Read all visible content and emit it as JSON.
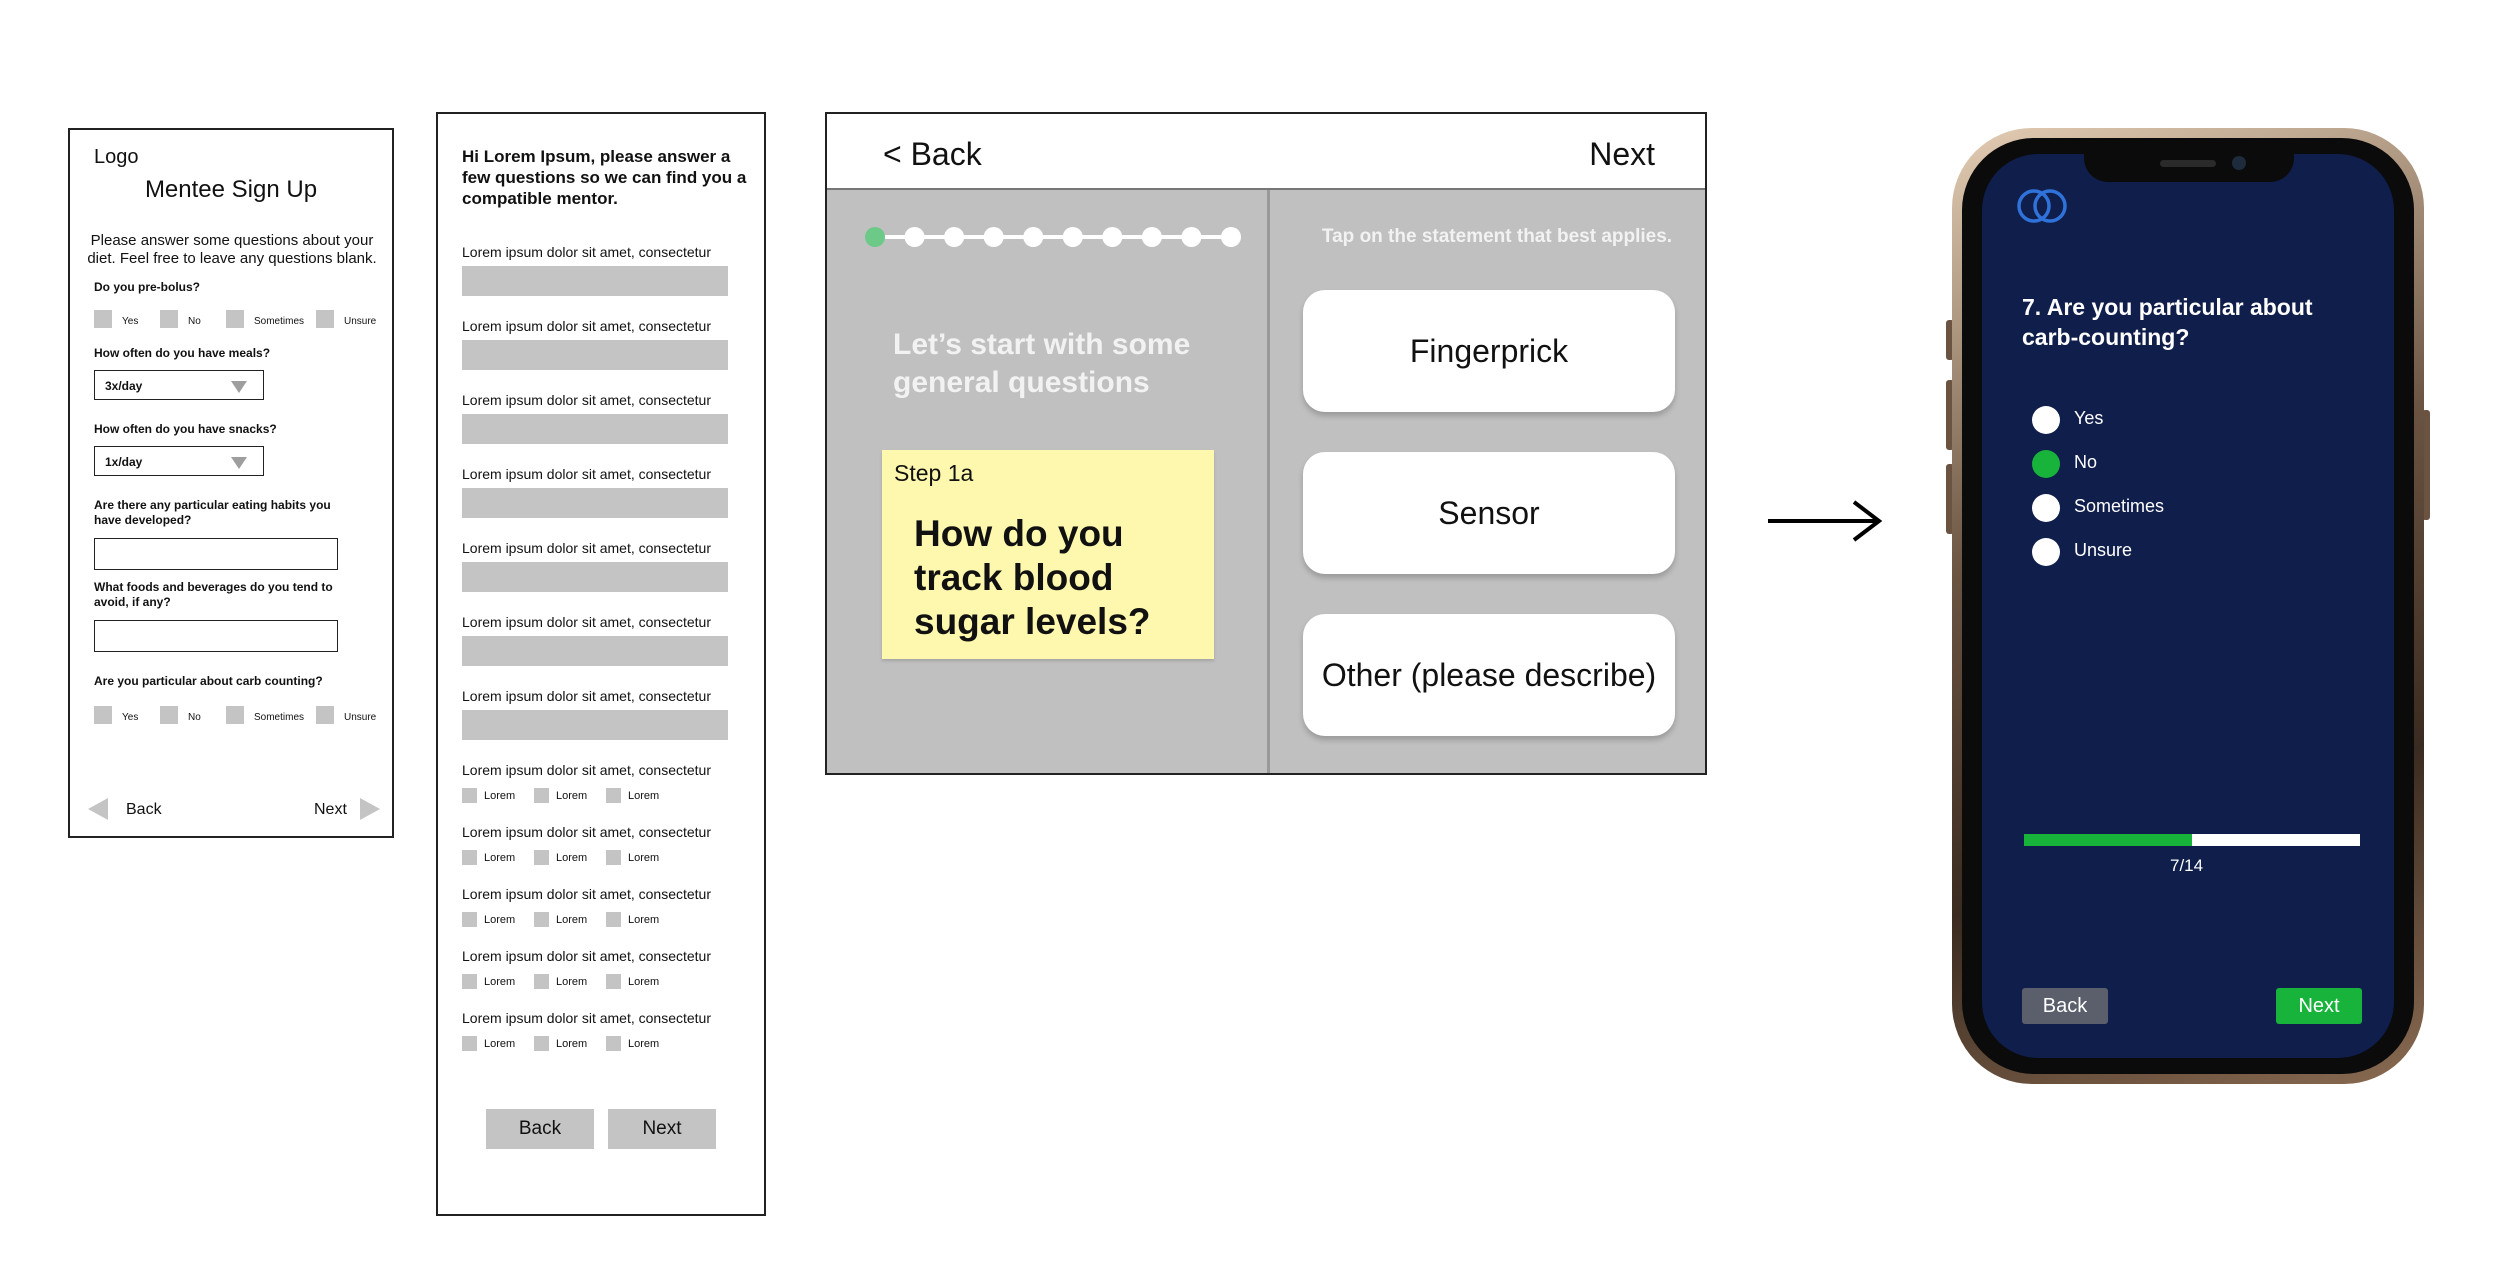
{
  "wireframe1": {
    "logo": "Logo",
    "title": "Mentee Sign Up",
    "intro": "Please answer some questions about your diet. Feel free to leave any questions blank.",
    "q_prebolus": "Do you pre-bolus?",
    "opts_yes": "Yes",
    "opts_no": "No",
    "opts_sometimes": "Sometimes",
    "opts_unsure": "Unsure",
    "q_meals": "How often do you have meals?",
    "meals_value": "3x/day",
    "q_snacks": "How often do you have snacks?",
    "snacks_value": "1x/day",
    "q_habits": "Are there any particular eating habits you have developed?",
    "q_avoid": "What foods and beverages do you tend to avoid, if any?",
    "q_carb": "Are you particular about carb counting?",
    "back": "Back",
    "next": "Next"
  },
  "wireframe2": {
    "heading": "Hi Lorem Ipsum, please answer a few questions so we can find you a compatible mentor.",
    "question": "Lorem ipsum dolor sit amet, consectetur",
    "option": "Lorem",
    "back": "Back",
    "next": "Next"
  },
  "tablet": {
    "back": "< Back",
    "next": "Next",
    "steps_total": 10,
    "steps_done": 1,
    "lead": "Let’s start with some general questions",
    "step_label": "Step 1a",
    "question": "How do you track blood sugar levels?",
    "hint": "Tap on the statement that best applies.",
    "cards": [
      "Fingerprick",
      "Sensor",
      "Other (please describe)"
    ]
  },
  "phone": {
    "question": "7. Are you particular about carb-counting?",
    "options": [
      "Yes",
      "No",
      "Sometimes",
      "Unsure"
    ],
    "selected": "No",
    "progress": 0.5,
    "progress_text": "7/14",
    "back": "Back",
    "next": "Next",
    "accent": "#17b33b",
    "background": "#0f1e4a"
  }
}
